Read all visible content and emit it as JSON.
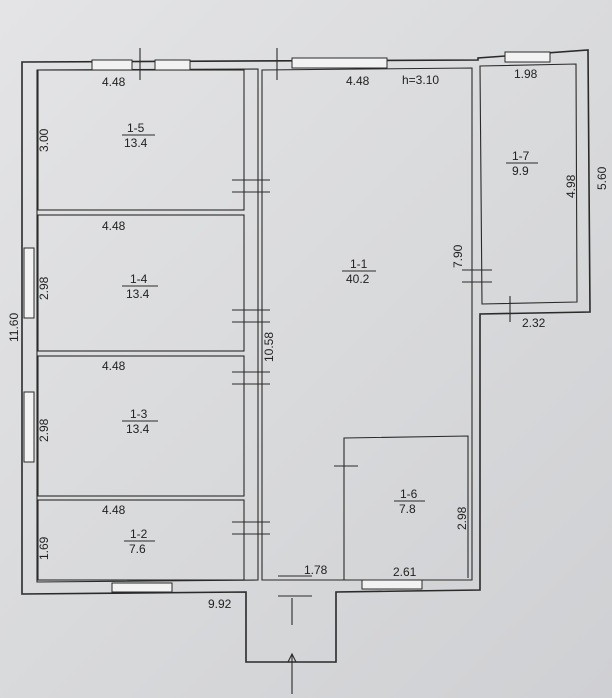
{
  "plan": {
    "ceiling_height": "h=3.10",
    "overall_height": "11.60",
    "overall_width": "9.92",
    "rooms": [
      {
        "id": "1-5",
        "area": "13.4"
      },
      {
        "id": "1-4",
        "area": "13.4"
      },
      {
        "id": "1-3",
        "area": "13.4"
      },
      {
        "id": "1-2",
        "area": "7.6"
      },
      {
        "id": "1-1",
        "area": "40.2"
      },
      {
        "id": "1-6",
        "area": "7.8"
      },
      {
        "id": "1-7",
        "area": "9.9"
      }
    ],
    "dims": {
      "r15_width": "4.48",
      "r15_height": "3.00",
      "r14_width": "4.48",
      "r14_height": "2.98",
      "r13_width": "4.48",
      "r13_height": "2.98",
      "r12_width": "4.48",
      "r12_height": "1.69",
      "r11_width": "4.48",
      "r11_height": "10.58",
      "r11_right_side": "7.90",
      "r11_bottom": "1.78",
      "r16_width": "2.61",
      "r16_height": "2.98",
      "r17_width": "1.98",
      "r17_height": "4.98",
      "r17_outer": "5.60",
      "r17_bottom": "2.32"
    }
  }
}
